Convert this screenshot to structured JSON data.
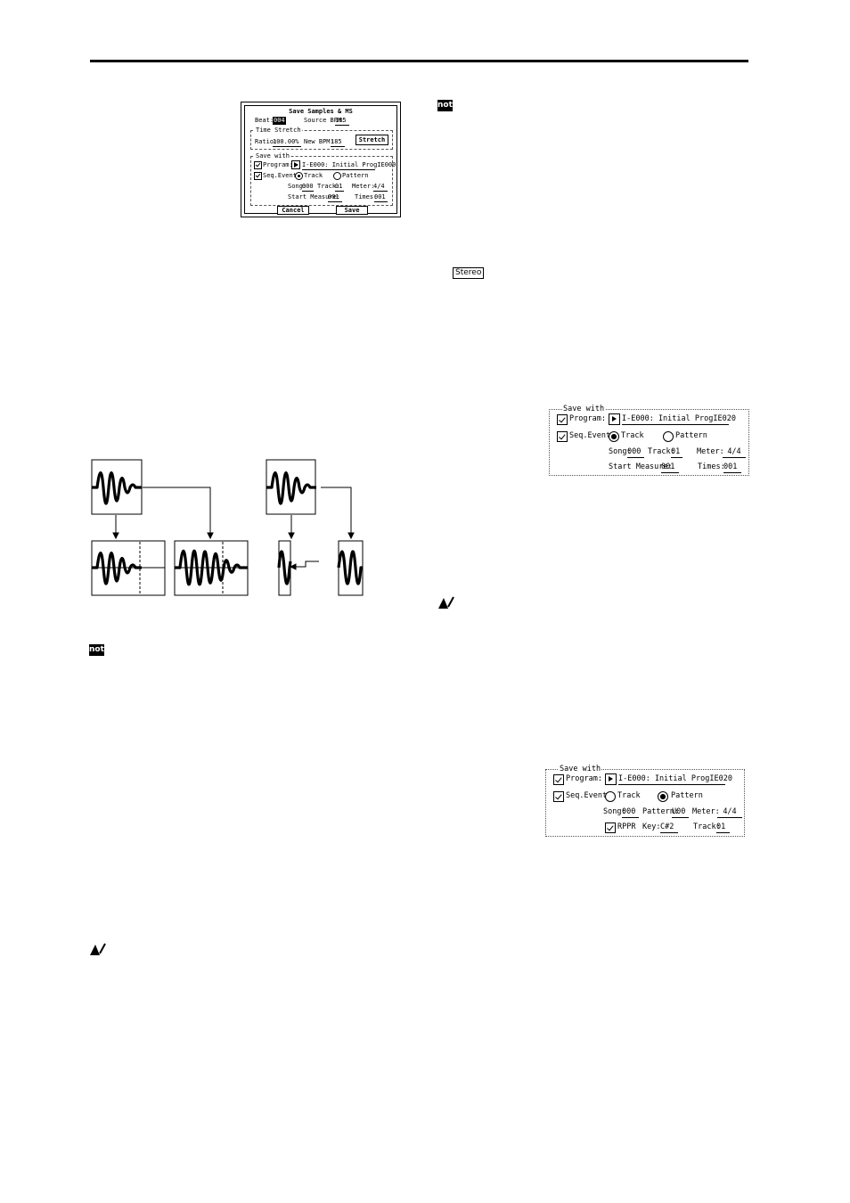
{
  "dialog": {
    "title": "Save Samples & MS",
    "beat_label": "Beat:",
    "beat_value": "004",
    "source_bpm_label": "Source BPM:",
    "source_bpm_value": "185",
    "time_stretch_legend": "Time Stretch",
    "ratio_label": "Ratio:",
    "ratio_value": "100.00%",
    "new_bpm_label": "New BPM:",
    "new_bpm_value": "185",
    "stretch_button": "Stretch",
    "save_with_legend": "Save with",
    "program_label": "Program:",
    "program_value": "I-E000: Initial ProgIE000",
    "seq_event_label": "Seq.Event",
    "track_option": "Track",
    "pattern_option": "Pattern",
    "song_label": "Song:",
    "song_value": "000",
    "track_label": "Track:",
    "track_value": "01",
    "meter_label": "Meter:",
    "meter_value": "4/4",
    "start_measure_label": "Start Measure:",
    "start_measure_value": "001",
    "times_label": "Times:",
    "times_value": "001",
    "cancel_button": "Cancel",
    "save_button": "Save"
  },
  "panel_track": {
    "legend": "Save with",
    "program_label": "Program:",
    "program_value": "I-E000: Initial ProgIE020",
    "seq_event_label": "Seq.Event",
    "track_option": "Track",
    "pattern_option": "Pattern",
    "song_label": "Song:",
    "song_value": "000",
    "track_label": "Track:",
    "track_value": "01",
    "meter_label": "Meter:",
    "meter_value": "4/4",
    "start_measure_label": "Start Measure:",
    "start_measure_value": "001",
    "times_label": "Times:",
    "times_value": "001"
  },
  "panel_pattern": {
    "legend": "Save with",
    "program_label": "Program:",
    "program_value": "I-E000: Initial ProgIE020",
    "seq_event_label": "Seq.Event",
    "track_option": "Track",
    "pattern_option": "Pattern",
    "song_label": "Song:",
    "song_value": "000",
    "pattern_label": "Pattern:",
    "pattern_value": "U00",
    "meter_label": "Meter:",
    "meter_value": "4/4",
    "rppr_label": "RPPR",
    "key_label": "Key:",
    "key_value": "C#2",
    "track_label": "Track:",
    "track_value": "01"
  },
  "badges": {
    "note_label": "note",
    "stereo_label": "Stereo"
  },
  "icons": [
    "note-icon",
    "caution-icon",
    "stereo-badge",
    "waveform-diagram"
  ]
}
